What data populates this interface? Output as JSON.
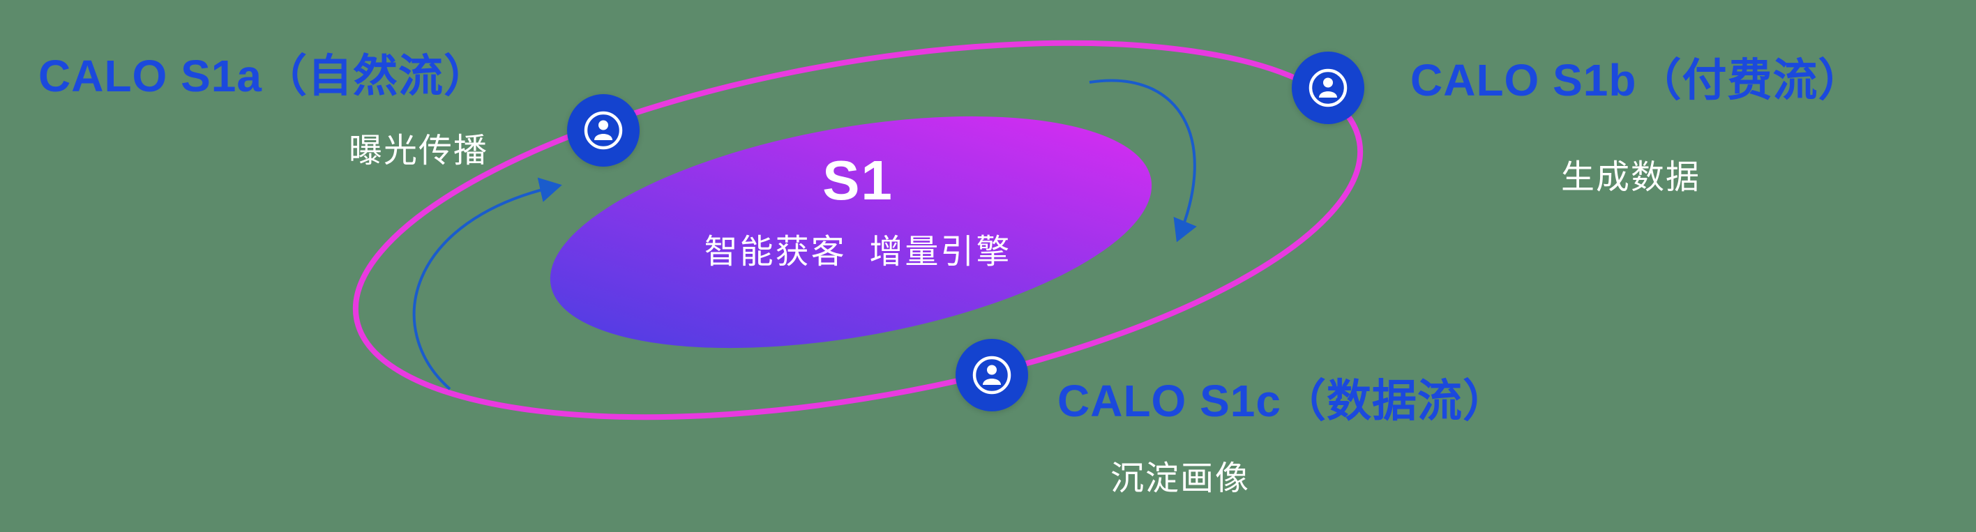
{
  "canvas": {
    "description": "S1 growth engine orbit diagram",
    "background_color": "#5d8b6b"
  },
  "center": {
    "title": "S1",
    "subtitle": "智能获客  增量引擎"
  },
  "nodes": [
    {
      "id": "s1a",
      "label": "CALO S1a（自然流）",
      "sublabel": "曝光传播",
      "icon": "person-badge-icon"
    },
    {
      "id": "s1b",
      "label": "CALO S1b（付费流）",
      "sublabel": "生成数据",
      "icon": "person-badge-icon"
    },
    {
      "id": "s1c",
      "label": "CALO S1c（数据流）",
      "sublabel": "沉淀画像",
      "icon": "person-badge-icon"
    }
  ],
  "colors": {
    "background_green": "#5d8b6b",
    "label_blue": "#1b49dd",
    "node_blue": "#1443cf",
    "arrow_blue": "#1a5ccc",
    "orbit_magenta": "#e93ae0",
    "core_gradient_start": "#4a3ee2",
    "core_gradient_mid": "#8f35ea",
    "core_gradient_end": "#dc2cf2",
    "text_white": "#ffffff"
  }
}
